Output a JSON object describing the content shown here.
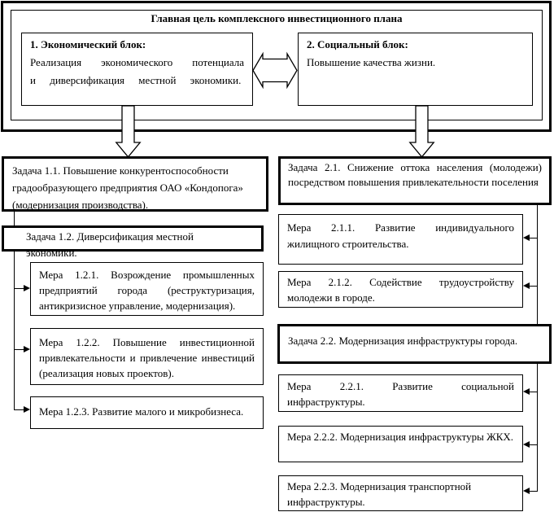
{
  "colors": {
    "ink": "#000000",
    "paper": "#ffffff"
  },
  "goal": {
    "title": "Главная цель комплексного инвестиционного плана",
    "economic_block": {
      "heading": "1. Экономический блок:",
      "body": "Реализация экономического потенциала и диверсификация местной экономики."
    },
    "social_block": {
      "heading": "2. Социальный блок:",
      "body": "Повышение качества жизни."
    }
  },
  "left": {
    "task_1_1": "Задача 1.1. Повышение конкурентоспособности градообразующего предприятия ОАО «Кондопога» (модернизация производства).",
    "task_1_2": "Задача 1.2. Диверсификация местной экономики.",
    "measures": [
      "Мера 1.2.1. Возрождение промышленных предприятий города (реструктуризация, антикризисное управление, модернизация).",
      "Мера 1.2.2. Повышение инвестиционной привлекательности и привлечение инвестиций (реализация новых проектов).",
      "Мера 1.2.3. Развитие малого и микробизнеса."
    ]
  },
  "right": {
    "task_2_1": "Задача 2.1. Снижение оттока населения (молодежи) посредством повышения привлекательности поселения",
    "measures_2_1": [
      "Мера 2.1.1. Развитие индивидуального жилищного строительства.",
      "Мера 2.1.2. Содействие трудоустройству молодежи в городе."
    ],
    "task_2_2": "Задача 2.2. Модернизация инфраструктуры города.",
    "measures_2_2": [
      "Мера 2.2.1. Развитие социальной инфраструктуры.",
      "Мера 2.2.2. Модернизация инфраструктуры ЖКХ.",
      "Мера 2.2.3. Модернизация транспортной инфраструктуры."
    ]
  },
  "icons": {
    "double_arrow": "horizontal-double-block-arrow",
    "down_arrow": "vertical-down-block-arrow",
    "branch_arrow": "solid-triangle-arrowhead"
  }
}
